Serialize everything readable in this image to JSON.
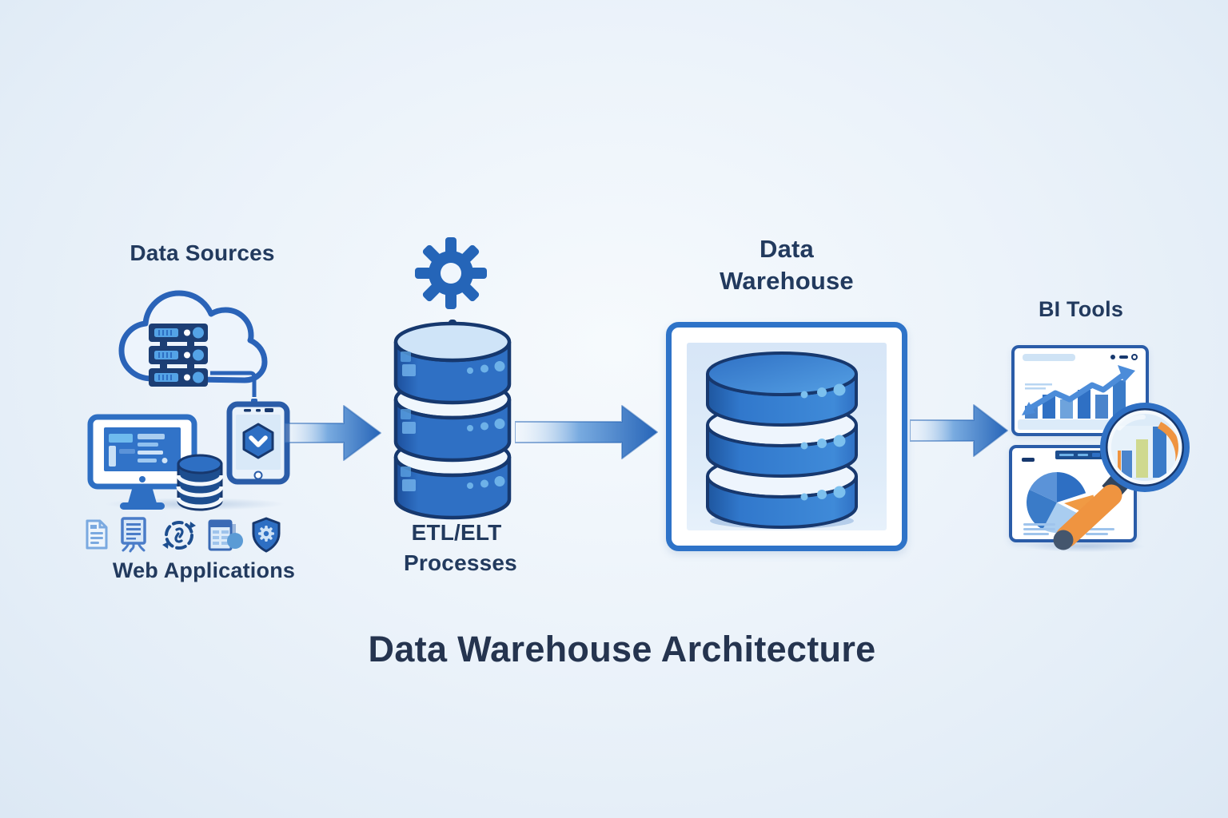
{
  "diagram": {
    "title": "Data Warehouse Architecture"
  },
  "sections": {
    "data_sources": {
      "title": "Data Sources",
      "caption": "Web Applications"
    },
    "etl": {
      "title_line1": "ETL/ELT",
      "title_line2": "Processes"
    },
    "warehouse": {
      "title_line1": "Data",
      "title_line2": "Warehouse"
    },
    "bi_tools": {
      "title": "BI Tools"
    }
  },
  "flow": [
    "data_sources",
    "etl",
    "warehouse",
    "bi_tools"
  ],
  "icons": {
    "data_sources": [
      "cloud-server-icon",
      "desktop-monitor-icon",
      "database-icon",
      "mobile-shield-icon",
      "document-icon",
      "presentation-icon",
      "sync-icon",
      "spreadsheet-icon",
      "shield-gear-icon"
    ],
    "etl": [
      "gear-icon",
      "database-stack-icon"
    ],
    "warehouse": [
      "database-stack-icon"
    ],
    "bi_tools": [
      "bar-chart-window-icon",
      "pie-chart-window-icon",
      "magnifier-icon"
    ]
  },
  "colors": {
    "primary_blue": "#2e6fc3",
    "dark_navy_outline": "#17386e",
    "light_blue_fill": "#cfe3f7",
    "accent_light_blue": "#6db1e8",
    "orange_accent": "#ef9440",
    "heading_navy": "#223a5e",
    "title_navy": "#25344f",
    "background": "#ecf3fa"
  }
}
